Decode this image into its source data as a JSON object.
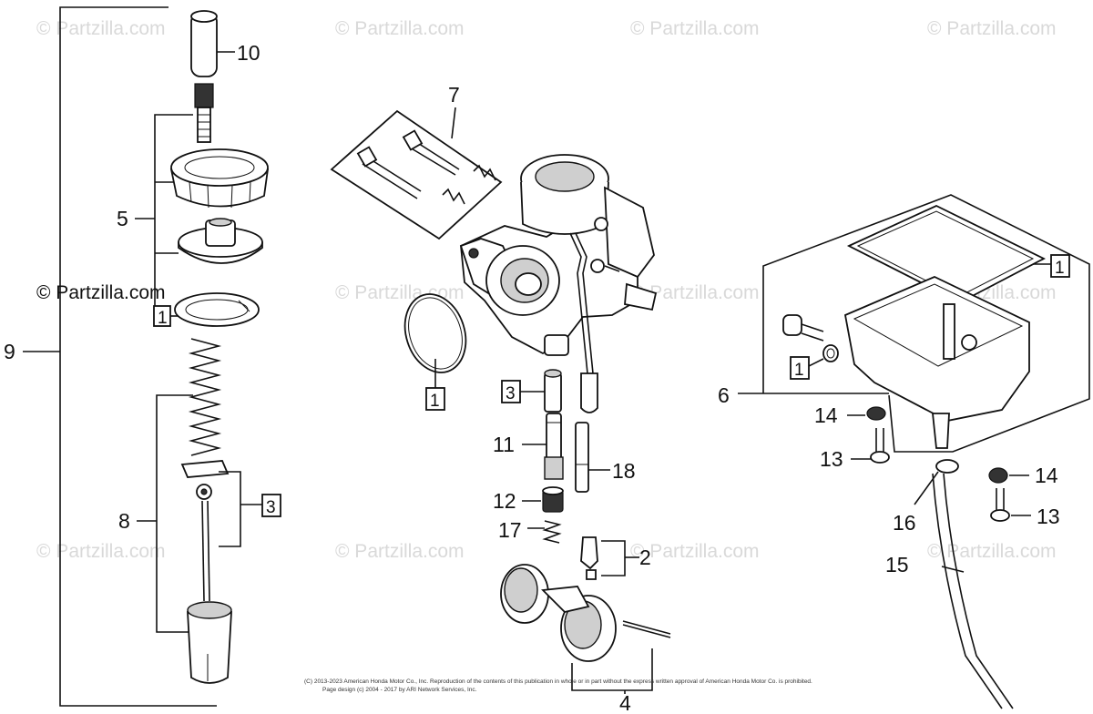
{
  "watermark": {
    "text": "© Partzilla.com"
  },
  "callouts": {
    "n1": "1",
    "n2": "2",
    "n3": "3",
    "n4": "4",
    "n5": "5",
    "n6": "6",
    "n7": "7",
    "n8": "8",
    "n9": "9",
    "n10": "10",
    "n11": "11",
    "n12": "12",
    "n13": "13",
    "n14": "14",
    "n15": "15",
    "n16": "16",
    "n17": "17",
    "n18": "18"
  },
  "footer": {
    "line1": "(C) 2013-2023 American Honda Motor Co., Inc. Reproduction of the contents of this publication in whole or in part without the express written approval of American Honda Motor Co. is prohibited.",
    "line2": "Page design (c) 2004 - 2017 by ARI Network Services, Inc."
  }
}
